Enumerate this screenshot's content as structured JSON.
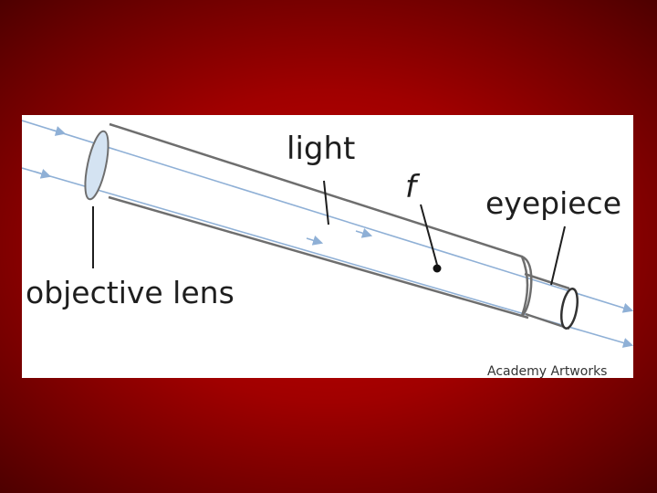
{
  "diagram": {
    "labels": {
      "light": "light",
      "focal_point": "f",
      "eyepiece": "eyepiece",
      "objective_lens": "objective lens"
    },
    "credit": "Academy Artworks"
  },
  "colors": {
    "background": "#a00000",
    "tube": "#6e6e6e",
    "light_ray": "#8fb0d6",
    "lens_fill": "#d4e3f2",
    "text": "#1e1e1e"
  }
}
